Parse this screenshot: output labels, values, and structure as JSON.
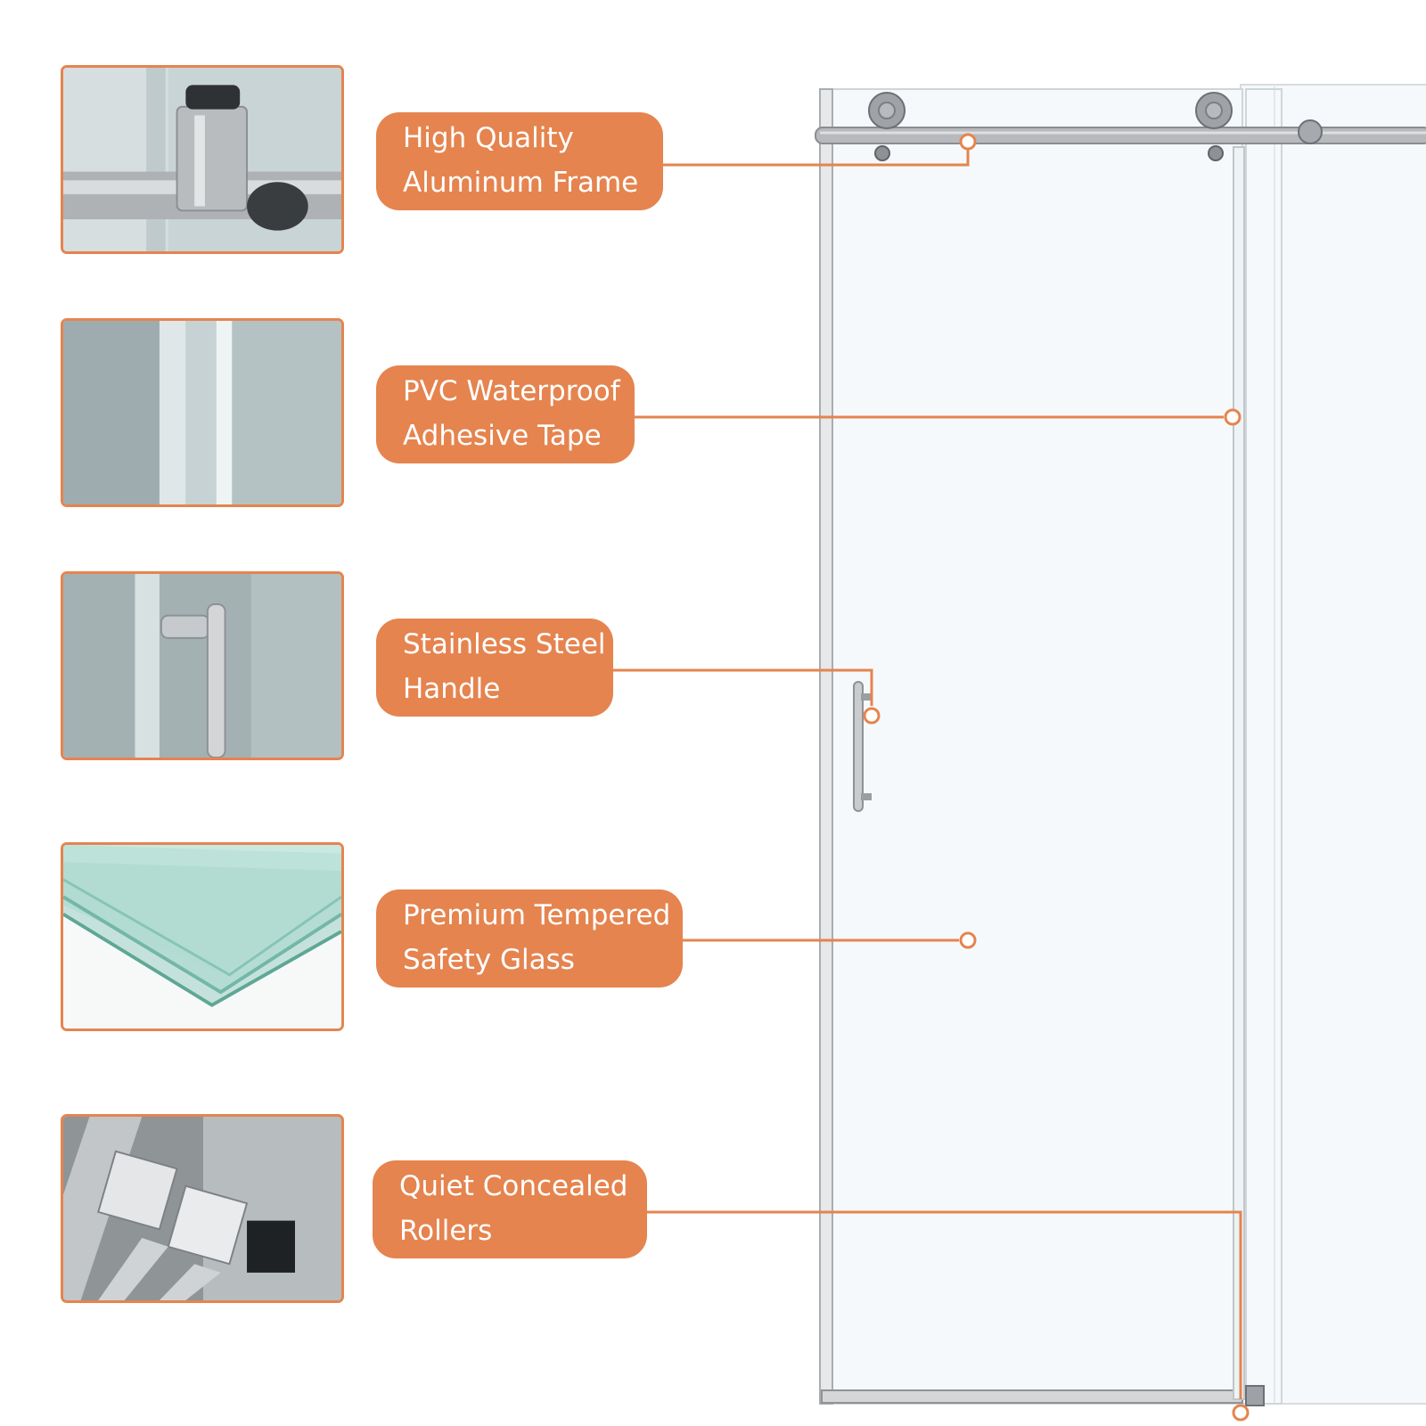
{
  "accent_color": "#e5844f",
  "features": [
    {
      "line1": "High Quality",
      "line2": "Aluminum Frame",
      "icon": "roller-bracket-photo"
    },
    {
      "line1": "PVC Waterproof",
      "line2": "Adhesive Tape",
      "icon": "waterproof-strip-photo"
    },
    {
      "line1": "Stainless Steel",
      "line2": "Handle",
      "icon": "handle-photo"
    },
    {
      "line1": "Premium Tempered",
      "line2": "Safety Glass",
      "icon": "glass-panes-photo"
    },
    {
      "line1": "Quiet Concealed",
      "line2": "Rollers",
      "icon": "concealed-rollers-photo"
    }
  ]
}
